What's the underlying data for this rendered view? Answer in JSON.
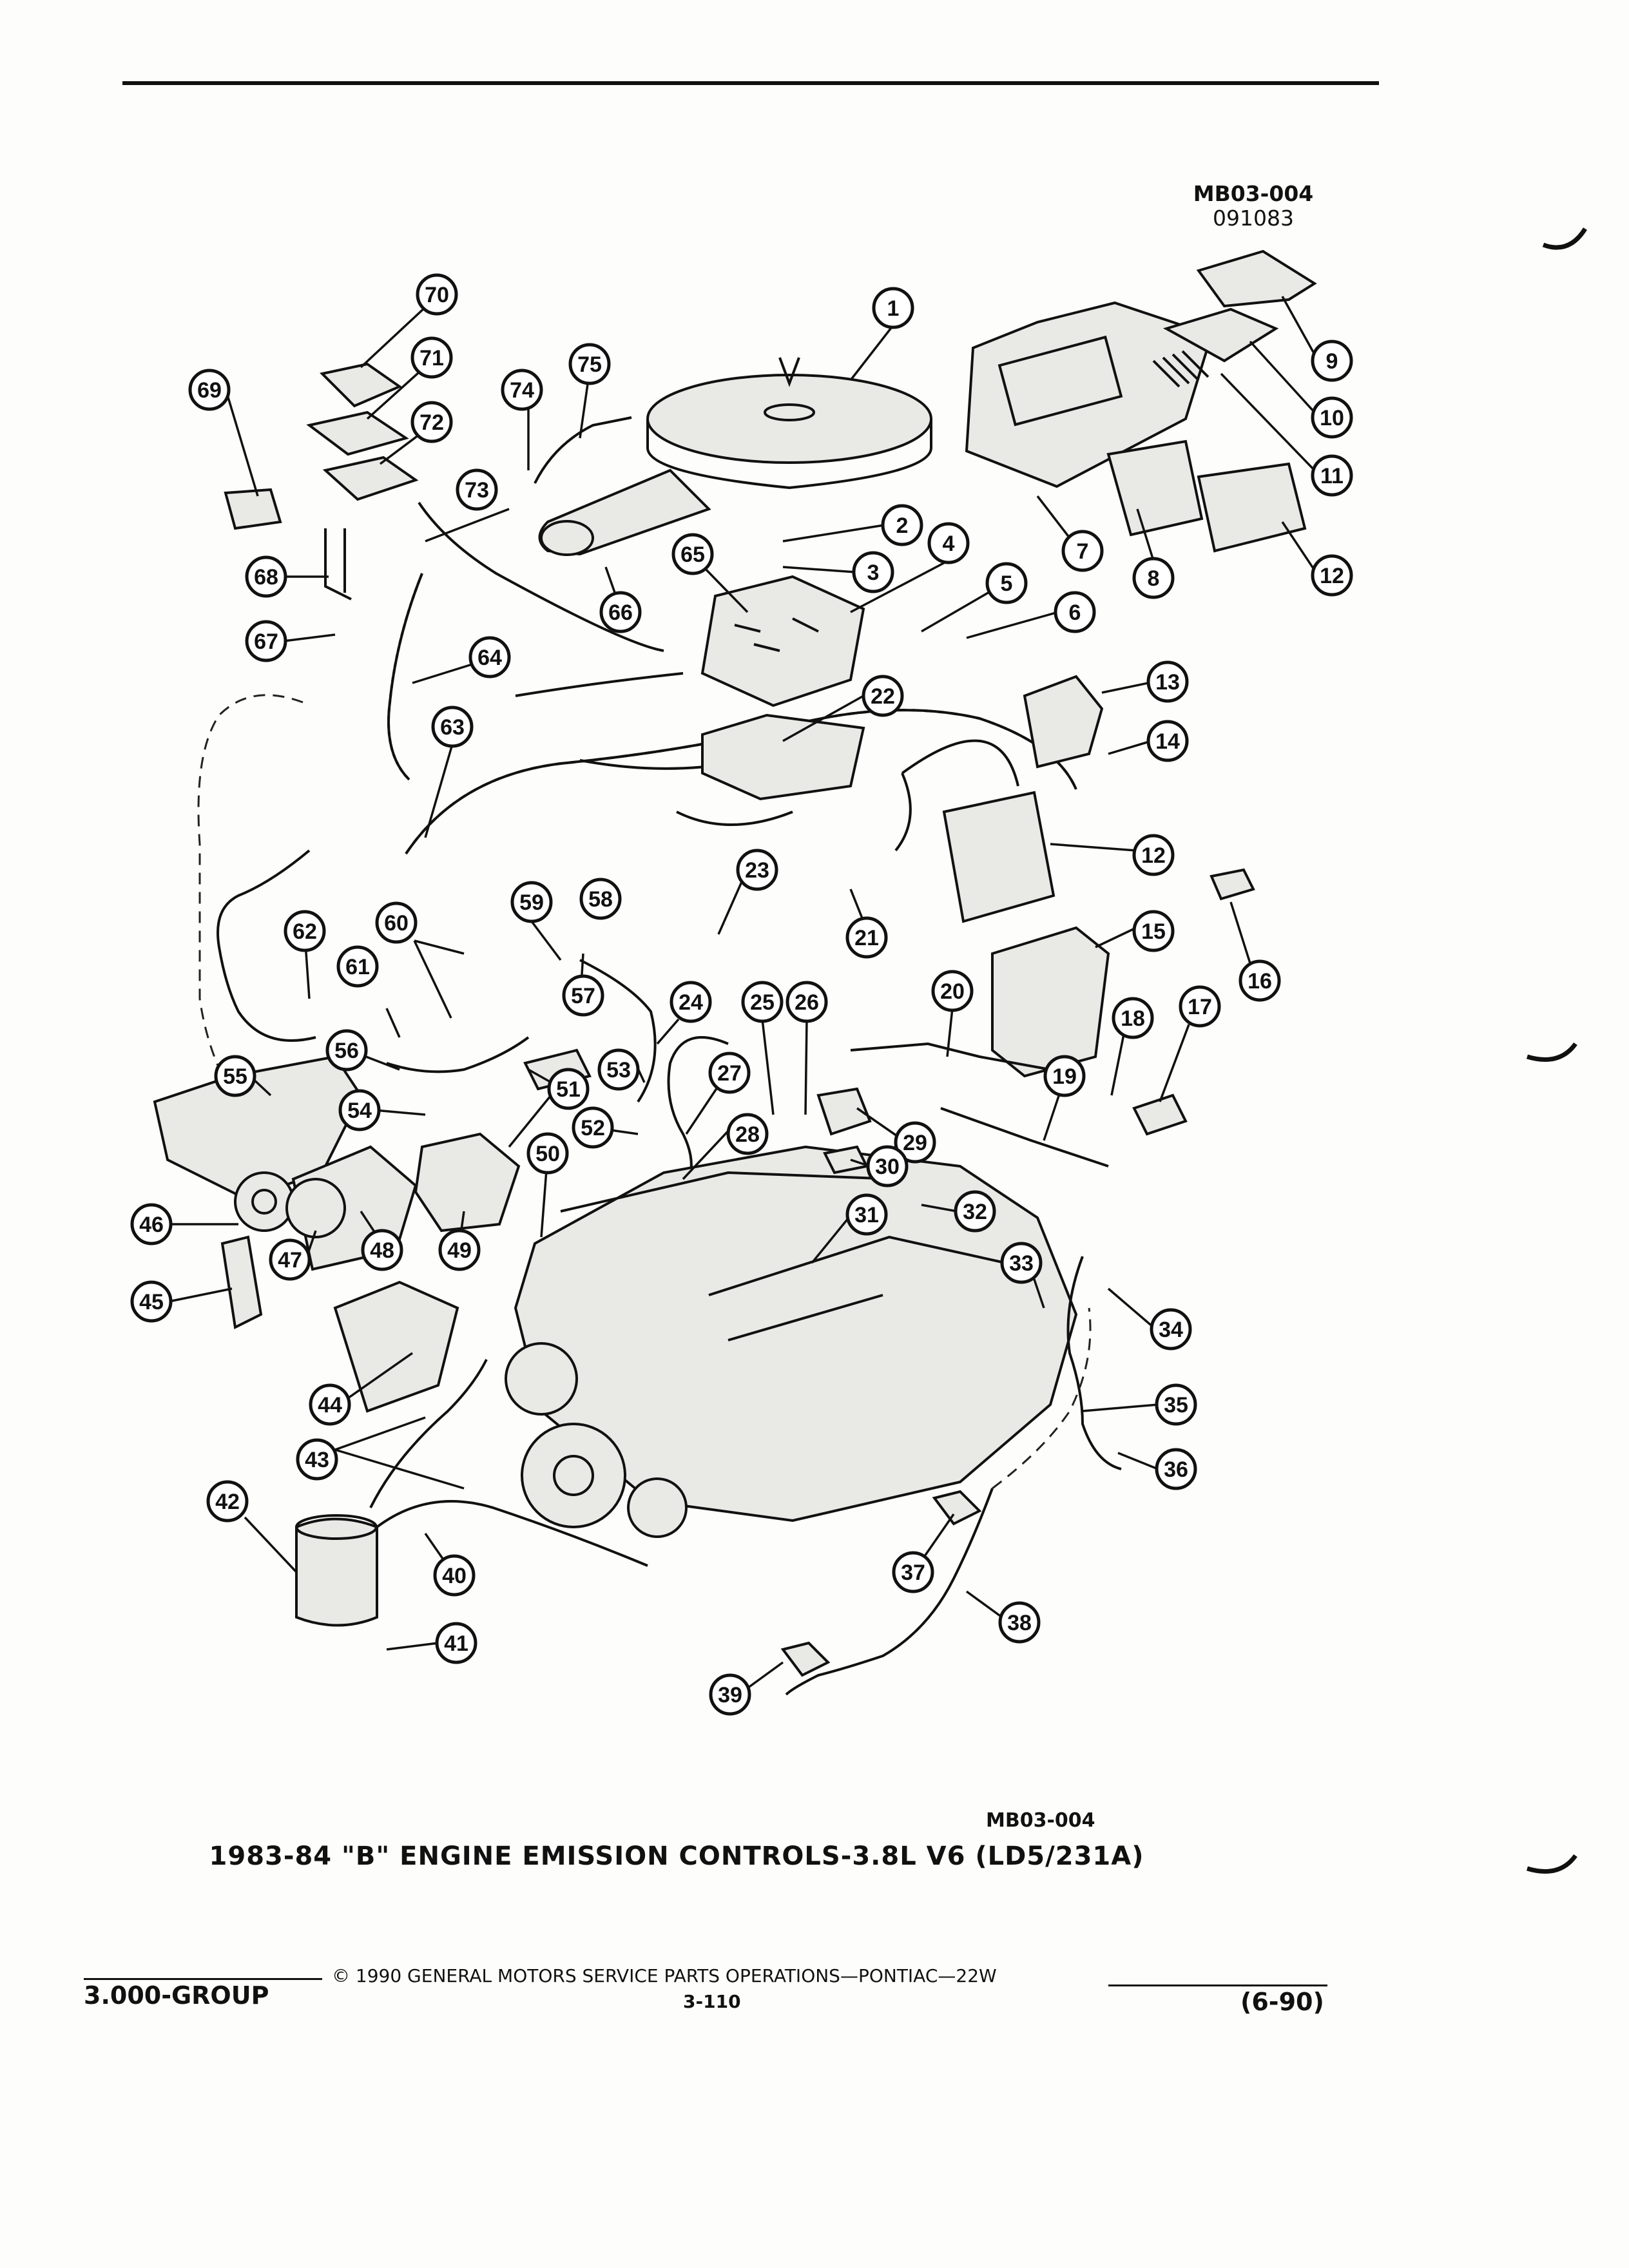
{
  "header": {
    "code": "MB03-004",
    "date": "091083"
  },
  "figure": {
    "code": "MB03-004",
    "title": "1983-84 \"B\" ENGINE EMISSION CONTROLS-3.8L V6 (LD5/231A)"
  },
  "footer": {
    "copyright": "© 1990  GENERAL MOTORS SERVICE PARTS OPERATIONS—PONTIAC—22W",
    "group": "3.000-GROUP",
    "page": "3-110",
    "revision": "(6-90)"
  },
  "callouts": [
    "1",
    "2",
    "3",
    "4",
    "5",
    "6",
    "7",
    "8",
    "9",
    "10",
    "11",
    "12",
    "12",
    "13",
    "14",
    "15",
    "16",
    "17",
    "18",
    "19",
    "20",
    "21",
    "22",
    "23",
    "24",
    "25",
    "26",
    "27",
    "28",
    "29",
    "30",
    "31",
    "32",
    "33",
    "34",
    "35",
    "36",
    "37",
    "38",
    "39",
    "40",
    "41",
    "42",
    "43",
    "44",
    "45",
    "46",
    "47",
    "48",
    "49",
    "50",
    "51",
    "52",
    "53",
    "54",
    "55",
    "56",
    "57",
    "58",
    "59",
    "60",
    "61",
    "62",
    "63",
    "64",
    "65",
    "66",
    "67",
    "68",
    "69",
    "70",
    "71",
    "72",
    "73",
    "74",
    "75"
  ]
}
